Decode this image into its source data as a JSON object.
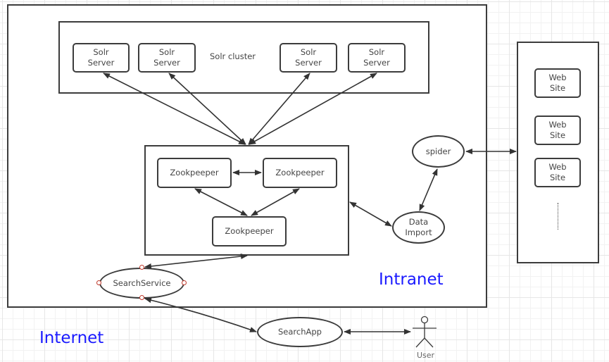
{
  "diagram": {
    "zones": {
      "intranet": "Intranet",
      "internet": "Internet"
    },
    "solr_cluster": {
      "label": "Solr cluster",
      "servers": [
        "Solr\nServer",
        "Solr\nServer",
        "Solr\nServer",
        "Solr\nServer"
      ]
    },
    "zookeeper": {
      "nodes": [
        "Zookpeeper",
        "Zookpeeper",
        "Zookpeeper"
      ]
    },
    "spider": "spider",
    "data_import": "Data\nImport",
    "web_sites": {
      "items": [
        "Web\nSite",
        "Web\nSite",
        "Web\nSite"
      ],
      "more": "........."
    },
    "search_service": "SearchService",
    "search_app": "SearchApp",
    "user": "User",
    "colors": {
      "zone_label": "#1a1aff",
      "stroke": "#3c3c3c",
      "selection_handle": "#c0392b"
    }
  }
}
